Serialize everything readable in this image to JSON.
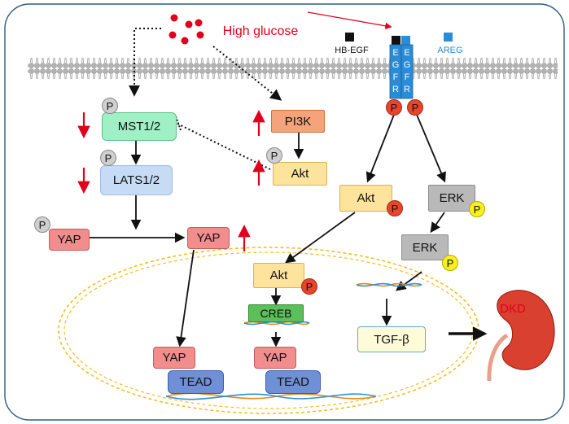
{
  "stimulus": {
    "label": "High glucose"
  },
  "membrane": {
    "ligand_hbegf": "HB-EGF",
    "ligand_areg": "AREG",
    "receptor_letters_left": [
      "E",
      "G",
      "F",
      "R"
    ],
    "receptor_letters_right": [
      "E",
      "G",
      "F",
      "R"
    ]
  },
  "nodes": {
    "mst": "MST1/2",
    "lats": "LATS1/2",
    "yap_phospho": "YAP",
    "yap_cyto": "YAP",
    "pi3k": "PI3K",
    "akt_pi3k": "Akt",
    "akt_egfr": "Akt",
    "erk1": "ERK",
    "erk2": "ERK",
    "akt_nuc": "Akt",
    "creb": "CREB",
    "yap_nuc_left": "YAP",
    "tead_left": "TEAD",
    "yap_nuc_mid": "YAP",
    "tead_mid": "TEAD",
    "tgfb": "TGF-β"
  },
  "phospho_label": "P",
  "outcome": {
    "label": "DKD"
  },
  "colors": {
    "accent_red": "#e0001b",
    "mst_fill": "#9ff0c4",
    "lats_fill": "#c6dcf5",
    "yap_fill": "#f28d8d",
    "pi3k_fill": "#f5a37a",
    "akt_fill": "#fde39b",
    "erk_fill": "#b9b9b9",
    "creb_fill": "#5cbf5a",
    "tead_fill": "#6f8fd6",
    "tgfb_fill": "#fdfbd8",
    "egfr_fill": "#2a8bd6",
    "nucleus_dash": "#f0c020",
    "kidney_fill": "#d94030"
  },
  "icons": [
    "glucose-dots",
    "dna-helix",
    "kidney",
    "up-arrow",
    "down-arrow",
    "phospho-badge"
  ]
}
